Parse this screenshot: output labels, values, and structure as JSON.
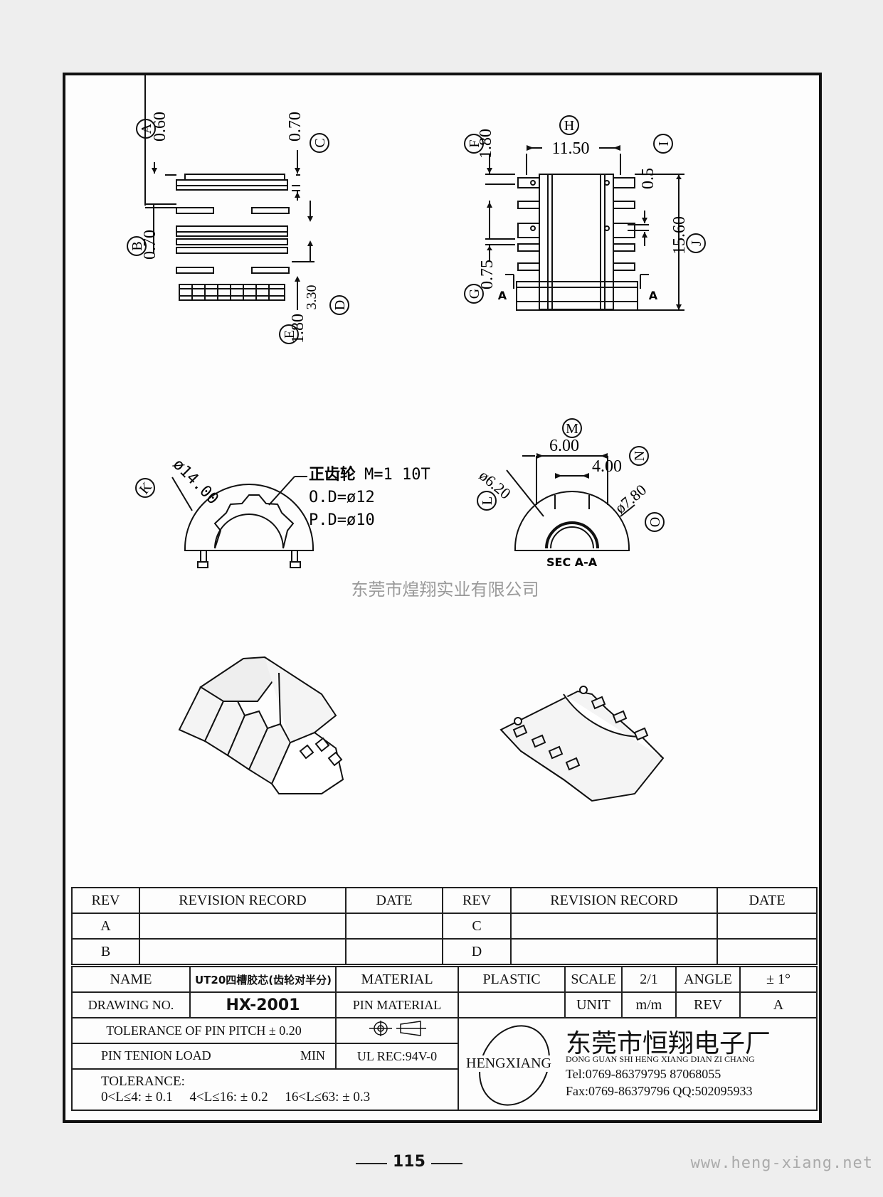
{
  "drawing": {
    "view1": {
      "labels": {
        "A": "A",
        "B": "B",
        "C": "C",
        "D": "D",
        "E": "E"
      },
      "dims": {
        "a": "0.60",
        "b": "0.70",
        "c": "0.70",
        "d": "3.30",
        "e": "1.80"
      }
    },
    "view2": {
      "labels": {
        "F": "F",
        "G": "G",
        "H": "H",
        "I": "I",
        "J": "J"
      },
      "dims": {
        "f": "1.80",
        "g": "0.75",
        "h": "11.50",
        "i": "0.5",
        "j": "15.60"
      },
      "section_marks": [
        "A",
        "A"
      ]
    },
    "view3": {
      "labels": {
        "K": "K"
      },
      "dims": {
        "k": "ø14.00"
      },
      "gear_title": "正齿轮",
      "gear_spec": "M=1  10T",
      "od": "O.D=ø12",
      "pd": "P.D=ø10"
    },
    "view4": {
      "labels": {
        "M": "M",
        "N": "N",
        "L": "L",
        "O": "O"
      },
      "dims": {
        "m": "6.00",
        "n": "4.00",
        "l": "ø6.20",
        "o": "ø7.80"
      },
      "section_title": "SEC A-A"
    }
  },
  "watermark": "东莞市煌翔实业有限公司",
  "revision_table": {
    "headers": [
      "REV",
      "REVISION RECORD",
      "DATE",
      "REV",
      "REVISION RECORD",
      "DATE"
    ],
    "rows": [
      [
        "A",
        "",
        "",
        "C",
        "",
        ""
      ],
      [
        "B",
        "",
        "",
        "D",
        "",
        ""
      ]
    ]
  },
  "info": {
    "name_label": "NAME",
    "name_value": "UT20四槽胶芯(齿轮对半分)",
    "material_label": "MATERIAL",
    "material_value": "PLASTIC",
    "scale_label": "SCALE",
    "scale_value": "2/1",
    "angle_label": "ANGLE",
    "angle_value": "± 1°",
    "drawing_no_label": "DRAWING NO.",
    "drawing_no_value": "HX-2001",
    "pin_material_label": "PIN MATERIAL",
    "pin_material_value": "",
    "unit_label": "UNIT",
    "unit_value": "m/m",
    "rev_label": "REV",
    "rev_value": "A",
    "pin_pitch": "TOLERANCE OF PIN PITCH ± 0.20",
    "pin_tenion": "PIN TENION LOAD",
    "pin_min": "MIN",
    "ul_rec": "UL REC:94V-0",
    "tolerance_label": "TOLERANCE:",
    "tolerance_ranges": "0<L≤4: ± 0.1     4<L≤16: ± 0.2     16<L≤63: ± 0.3"
  },
  "company": {
    "logo_text": "HENGXIANG",
    "name_cn": "东莞市恒翔电子厂",
    "name_pinyin": "DONG GUAN SHI HENG XIANG DIAN ZI CHANG",
    "tel": "Tel:0769-86379795  87068055",
    "fax": "Fax:0769-86379796  QQ:502095933"
  },
  "footer": {
    "page": "115",
    "site": "www.heng-xiang.net"
  }
}
